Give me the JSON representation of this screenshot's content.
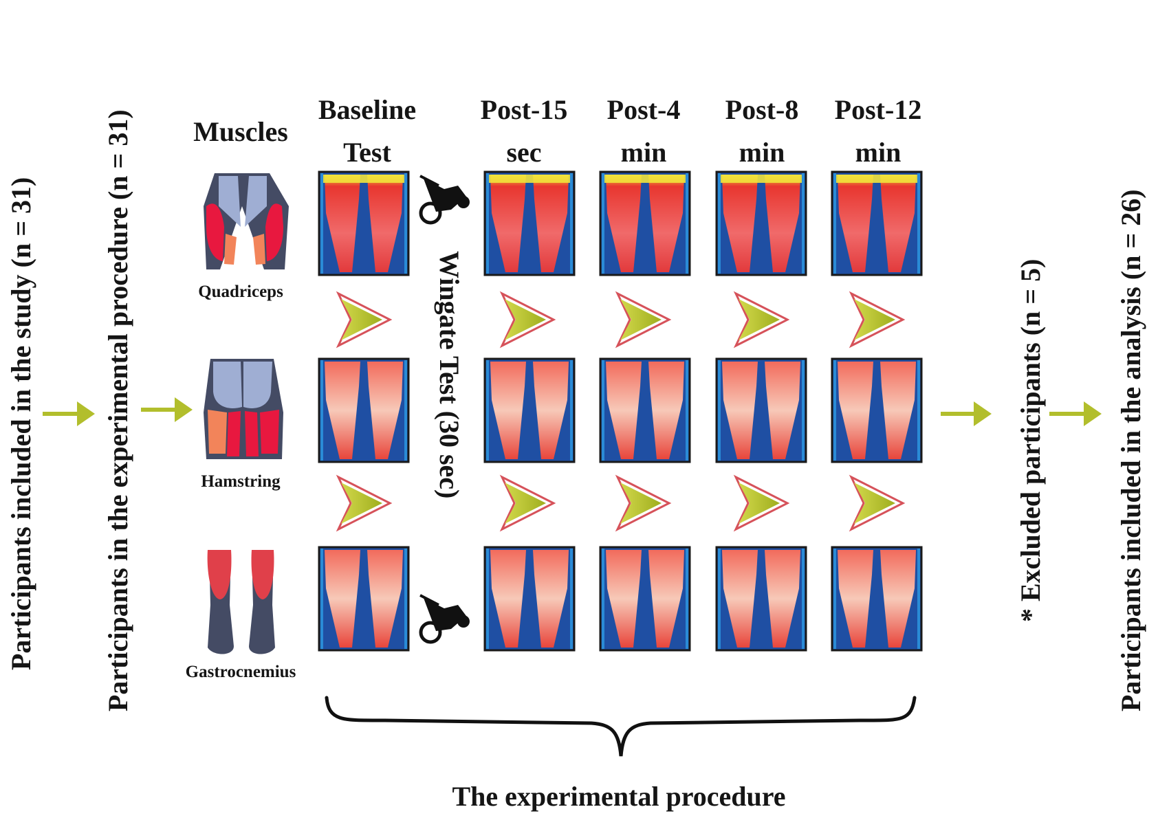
{
  "flow": {
    "included_study": "Participants included in the study (n = 31)",
    "in_procedure": "Participants in the experimental procedure (n = 31)",
    "excluded": "* Excluded participants (n = 5)",
    "included_analysis": "Participants included in the analysis (n = 26)"
  },
  "header": {
    "muscles": "Muscles",
    "columns": [
      {
        "line1": "Baseline",
        "line2": "Test"
      },
      {
        "line1": "Post-15",
        "line2": "sec"
      },
      {
        "line1": "Post-4",
        "line2": "min"
      },
      {
        "line1": "Post-8",
        "line2": "min"
      },
      {
        "line1": "Post-12",
        "line2": "min"
      }
    ]
  },
  "muscles": [
    {
      "label": "Quadriceps"
    },
    {
      "label": "Hamstring"
    },
    {
      "label": "Gastrocnemius"
    }
  ],
  "wingate": "Wingate Test (30 sec)",
  "footer": "The experimental procedure",
  "colors": {
    "arrow_green": "#b2be2c",
    "arrow_outline": "#d6525a",
    "thermal_blue": "#1f4fa3",
    "thermal_red": "#e0333a",
    "muscle_red": "#e8183f",
    "muscle_grey": "#9faed3"
  }
}
